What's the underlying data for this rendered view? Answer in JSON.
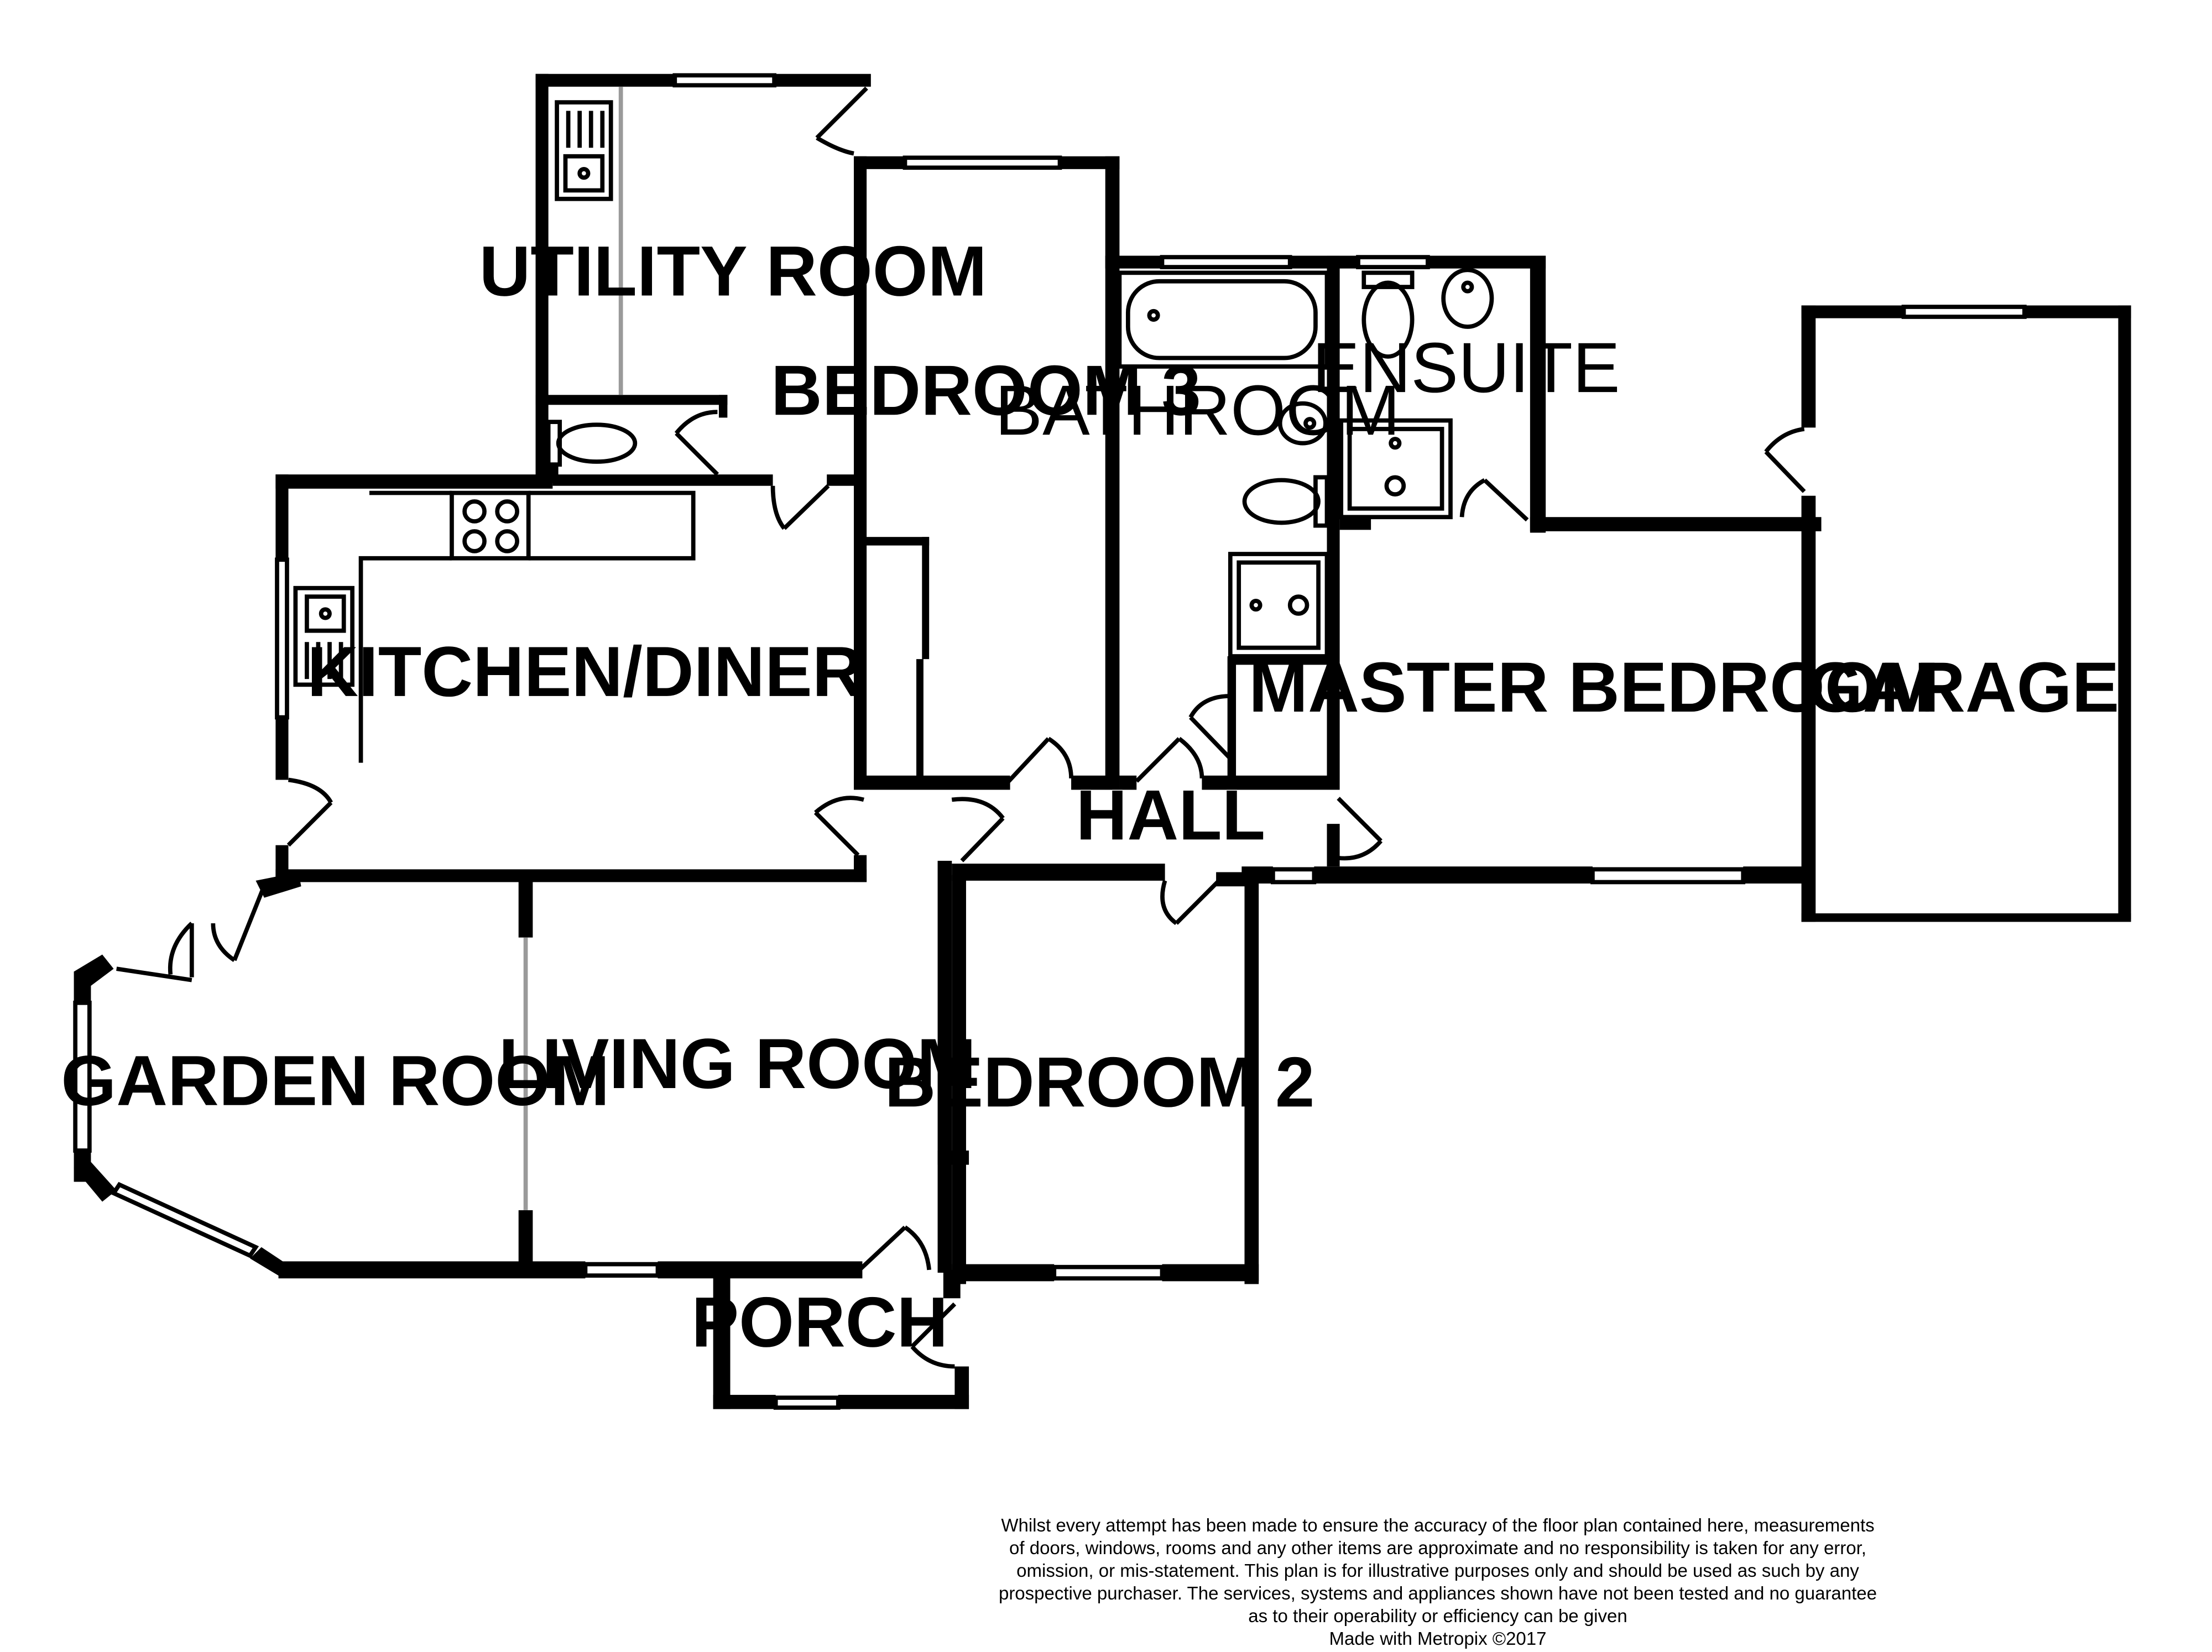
{
  "floorplan": {
    "rooms": {
      "utility_room": "UTILITY ROOM",
      "bedroom_3": "BEDROOM 3",
      "bathroom": "BATHROOM",
      "ensuite": "ENSUITE",
      "kitchen_diner": "KITCHEN/DINER",
      "master_bedroom": "MASTER BEDROOM",
      "garage": "GARAGE",
      "hall": "HALL",
      "garden_room": "GARDEN ROOM",
      "living_room": "LIVING ROOM",
      "bedroom_2": "BEDROOM 2",
      "porch": "PORCH"
    },
    "colors": {
      "wall": "#000000",
      "background": "#ffffff",
      "divider": "#9a9a9a"
    }
  },
  "disclaimer": {
    "lines": [
      "Whilst every attempt has been made to ensure the accuracy of the floor plan contained here, measurements",
      "of doors, windows, rooms and any other items are approximate and no responsibility is taken for any error,",
      "omission, or mis-statement. This plan is for illustrative purposes only and should be used as such by any",
      "prospective purchaser. The services, systems and appliances shown have not been tested and no guarantee",
      "as to their operability or efficiency can be given"
    ],
    "credit": "Made with Metropix ©2017"
  }
}
